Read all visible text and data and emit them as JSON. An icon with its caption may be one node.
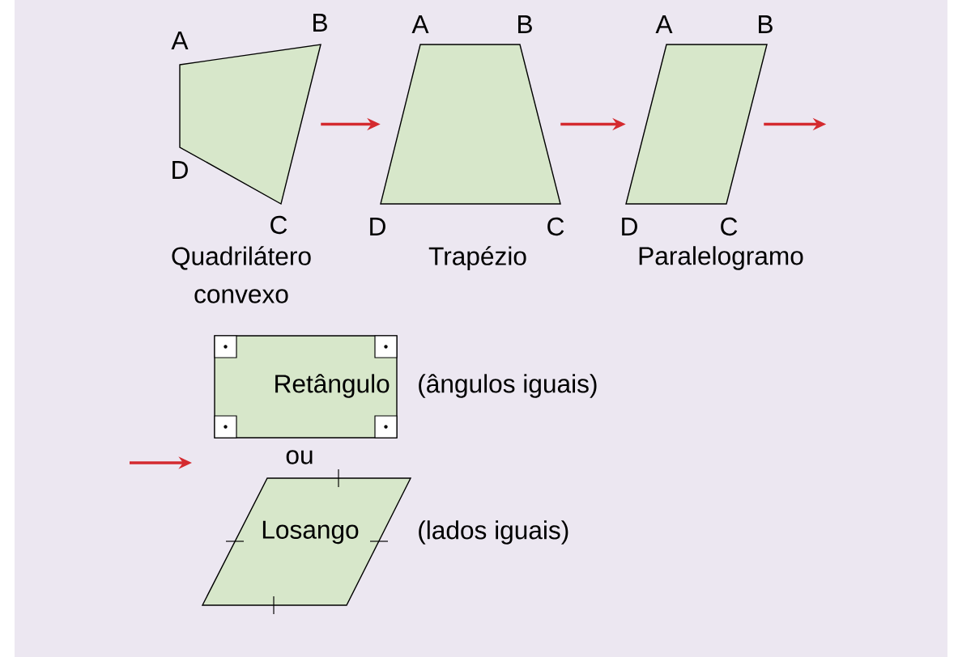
{
  "diagram": {
    "nodes": [
      {
        "text": [
          "Quadrilátero convexo"
        ],
        "beside": [
          "A",
          "B",
          "D",
          "C"
        ]
      },
      {
        "text": [
          "Trapézio"
        ],
        "beside": [
          "A",
          "B",
          "D",
          "C"
        ]
      },
      {
        "text": [
          "Paralelogramo"
        ],
        "beside": [
          "A",
          "B",
          "D",
          "C"
        ]
      },
      {
        "text": [
          "Retângulo"
        ],
        "beside": [
          "(ângulos iguais)"
        ]
      },
      {
        "text": [
          "Losango"
        ],
        "beside": [
          "(lados iguais)"
        ]
      }
    ],
    "edges": [
      {
        "from": 0,
        "to": 1,
        "arrow": "to"
      },
      {
        "from": 1,
        "to": 2,
        "arrow": "to"
      },
      {
        "from": 2,
        "to": null,
        "arrow": "to"
      }
    ],
    "labels": [
      "ou"
    ]
  }
}
